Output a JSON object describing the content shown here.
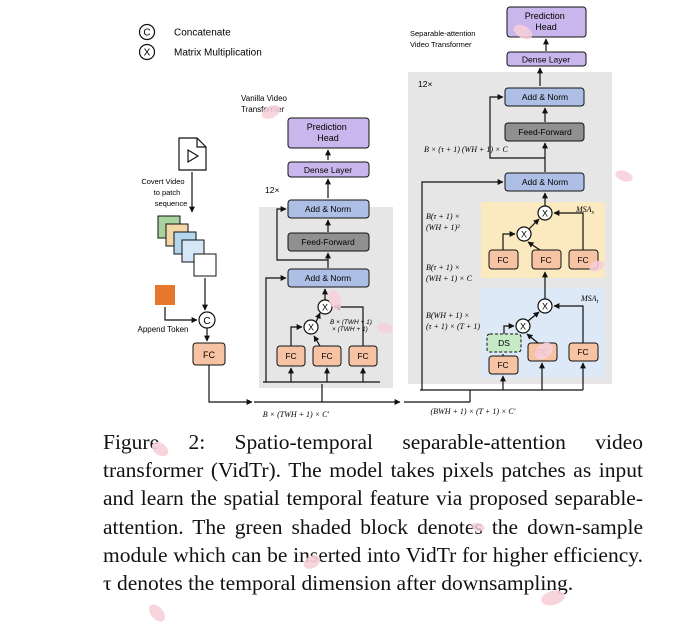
{
  "legend": {
    "concat_symbol": "C",
    "concat_label": "Concatenate",
    "matmul_symbol": "X",
    "matmul_label": "Matrix Multiplication"
  },
  "input": {
    "video_label_lines": [
      "Covert Video",
      "to patch",
      "sequence"
    ],
    "append_token_label": "Append Token",
    "concat_symbol": "C",
    "fc_label": "FC"
  },
  "vanilla": {
    "title_lines": [
      "Vanilla Video",
      "Transformer"
    ],
    "prediction_head_lines": [
      "Prediction",
      "Head"
    ],
    "dense_layer": "Dense Layer",
    "repeat": "12×",
    "add_norm_top": "Add & Norm",
    "feed_forward": "Feed-Forward",
    "add_norm_bottom": "Add & Norm",
    "matmul_symbol": "X",
    "fc_labels": [
      "FC",
      "FC",
      "FC"
    ],
    "attn_dim_lines": [
      "B × (TWH + 1)",
      "× (TWH + 1)"
    ],
    "input_dim": "B × (TWH + 1) × C′"
  },
  "separable": {
    "title_lines": [
      "Separable-attention",
      "Video Transformer"
    ],
    "prediction_head_lines": [
      "Prediction",
      "Head"
    ],
    "dense_layer": "Dense Layer",
    "repeat": "12×",
    "add_norm_top": "Add & Norm",
    "feed_forward": "Feed-Forward",
    "ff_dim": "B × (τ + 1) (WH + 1) × C",
    "add_norm_mid": "Add & Norm",
    "msa_s": "MSA",
    "msa_s_sub": "s",
    "msa_s_attn_lines": [
      "B(τ + 1) ×",
      "(WH + 1)²"
    ],
    "msa_s_fc": [
      "FC",
      "FC",
      "FC"
    ],
    "msa_s_out_lines": [
      "B(τ + 1) ×",
      "(WH + 1) × C"
    ],
    "msa_t": "MSA",
    "msa_t_sub": "t",
    "msa_t_attn_lines": [
      "B(WH + 1) ×",
      "(τ + 1) × (T + 1)"
    ],
    "ds_label": "DS",
    "msa_t_fc": [
      "FC",
      "FC",
      "FC"
    ],
    "matmul_symbol": "X",
    "input_dim": "(BWH + 1) × (T + 1) × C′"
  },
  "caption": "Figure 2: Spatio-temporal separable-attention video transformer (VidTr). The model takes pixels patches as input and learn the spatial temporal feature via proposed separable-attention. The green shaded block denotes the down-sample module which can be inserted into VidTr for higher efficiency. τ denotes the temporal dimension after downsampling.",
  "colors": {
    "prediction_head": "#c9b6ec",
    "dense_layer": "#c9b6ec",
    "add_norm": "#aebfe6",
    "feed_forward": "#909090",
    "fc": "#f6c3a5",
    "append_token": "#e8772e",
    "ds": "#c6e9c6",
    "panel_grey": "#e6e6e6",
    "msa_s_bg": "#fbeac0",
    "msa_t_bg": "#dde9f6",
    "petal": "#f7cfd8"
  }
}
